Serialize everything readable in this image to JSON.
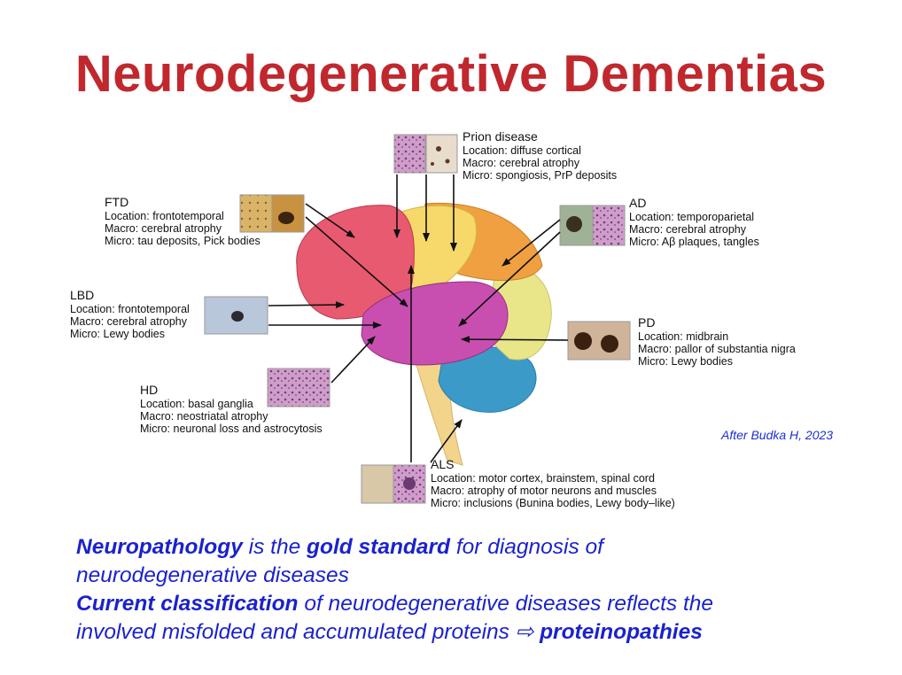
{
  "title": "Neurodegenerative Dementias",
  "credit": "After Budka H, 2023",
  "labels": {
    "prion": {
      "name": "Prion disease",
      "location": "Location: diffuse cortical",
      "macro": "Macro: cerebral atrophy",
      "micro": "Micro: spongiosis, PrP deposits"
    },
    "ftd": {
      "name": "FTD",
      "location": "Location: frontotemporal",
      "macro": "Macro: cerebral atrophy",
      "micro": "Micro: tau deposits, Pick bodies"
    },
    "ad": {
      "name": "AD",
      "location": "Location: temporoparietal",
      "macro": "Macro: cerebral atrophy",
      "micro": "Micro: Aβ plaques, tangles"
    },
    "lbd": {
      "name": "LBD",
      "location": "Location: frontotemporal",
      "macro": "Macro: cerebral atrophy",
      "micro": "Micro: Lewy bodies"
    },
    "pd": {
      "name": "PD",
      "location": "Location: midbrain",
      "macro": "Macro: pallor of substantia nigra",
      "micro": "Micro: Lewy bodies"
    },
    "hd": {
      "name": "HD",
      "location": "Location: basal ganglia",
      "macro": "Macro: neostriatal atrophy",
      "micro": "Micro: neuronal loss and astrocytosis"
    },
    "als": {
      "name": "ALS",
      "location": "Location: motor cortex, brainstem, spinal cord",
      "macro": "Macro: atrophy of motor neurons and muscles",
      "micro": "Micro: inclusions (Bunina bodies, Lewy body–like)"
    }
  },
  "footer": {
    "l1_b1": "Neuropathology",
    "l1_t1": " is the ",
    "l1_b2": "gold standard",
    "l1_t2": " for diagnosis of",
    "l2_t": "neurodegenerative diseases",
    "l3_b": "Current classification",
    "l3_t": " of neurodegenerative diseases reflects the",
    "l4_t": "involved misfolded and accumulated proteins ",
    "l4_arrow": "⇨",
    "l4_b": "proteinopathies"
  },
  "colors": {
    "title": "#c0282e",
    "footer": "#1a22cc",
    "frontal": "#e85a70",
    "parietal": "#f7d86a",
    "occipital": "#f0a040",
    "temporal": "#c84fb0",
    "cerebellum": "#3c9ac8",
    "brainstem": "#f2d58a",
    "occipital_pale": "#e9e68a"
  }
}
